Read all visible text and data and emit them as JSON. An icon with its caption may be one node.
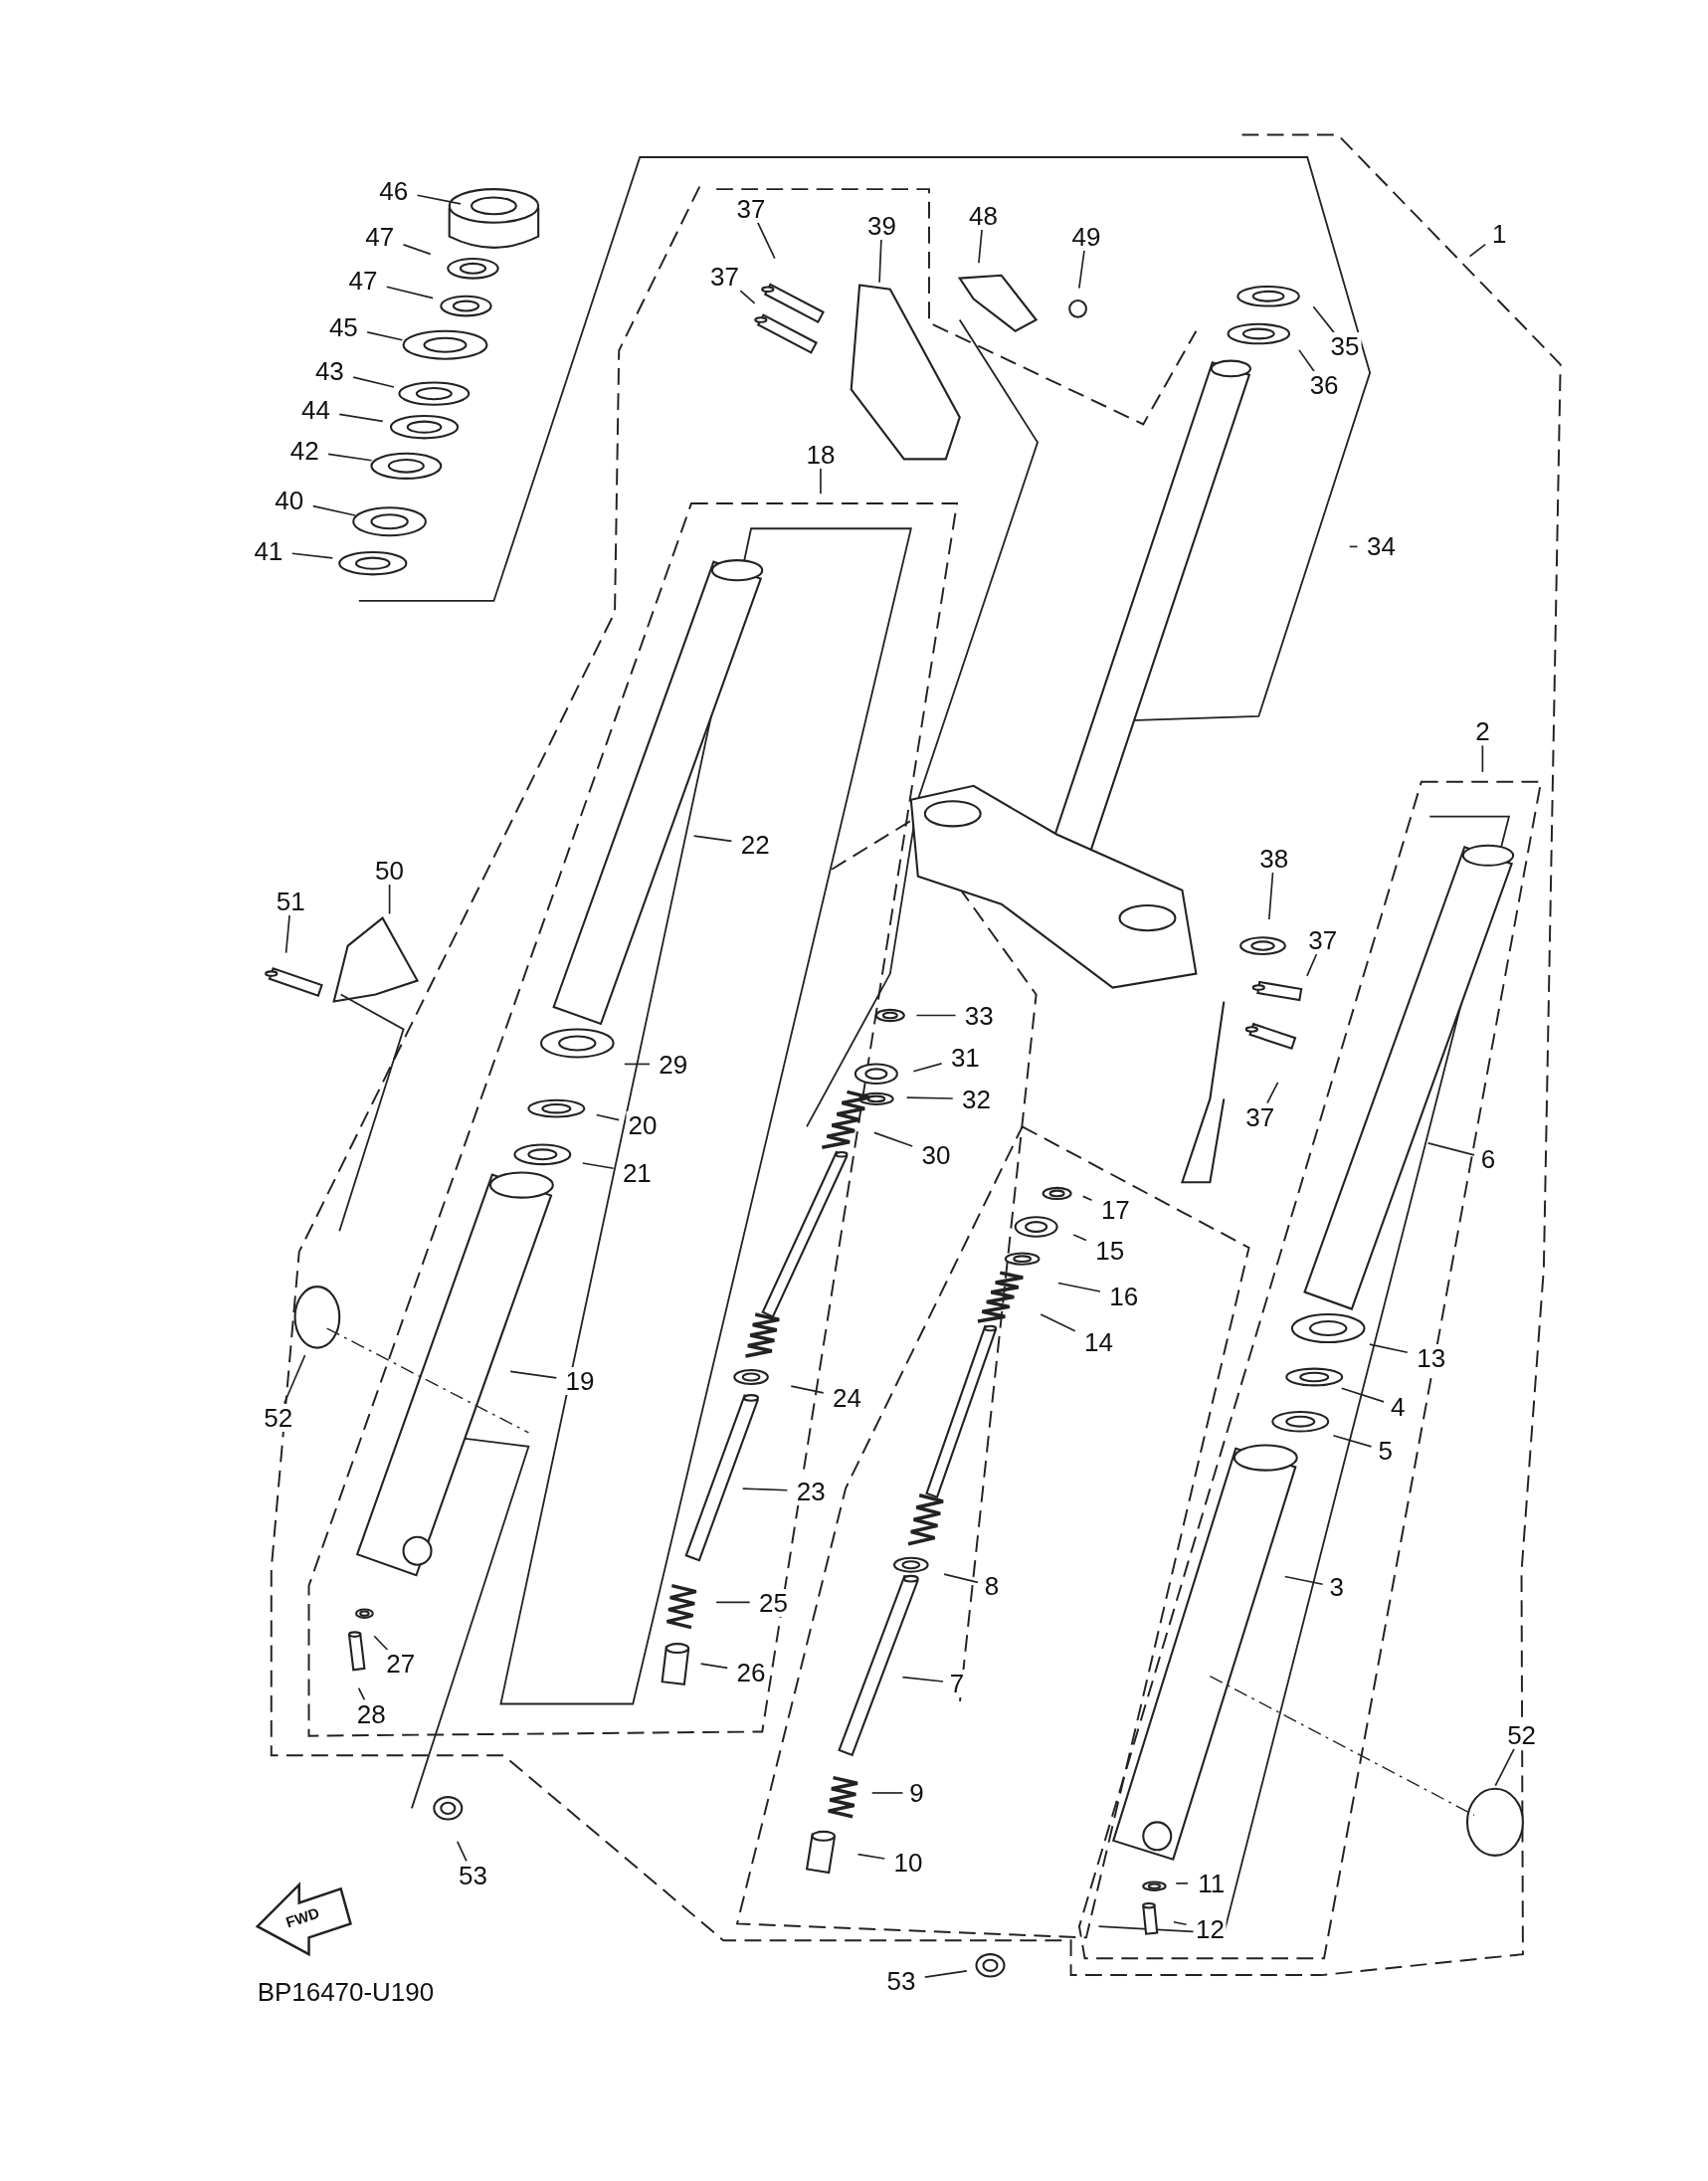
{
  "diagram": {
    "nodes": [
      {
        "text": [
          "1"
        ]
      },
      {
        "text": [
          "46"
        ]
      },
      {
        "text": [
          "47"
        ]
      },
      {
        "text": [
          "47"
        ]
      },
      {
        "text": [
          "45"
        ]
      },
      {
        "text": [
          "43"
        ]
      },
      {
        "text": [
          "44"
        ]
      },
      {
        "text": [
          "42"
        ]
      },
      {
        "text": [
          "40"
        ]
      },
      {
        "text": [
          "41"
        ]
      },
      {
        "text": [
          "37"
        ]
      },
      {
        "text": [
          "39"
        ]
      },
      {
        "text": [
          "48"
        ]
      },
      {
        "text": [
          "49"
        ]
      },
      {
        "text": [
          "37"
        ]
      },
      {
        "text": [
          "35"
        ]
      },
      {
        "text": [
          "36"
        ]
      },
      {
        "text": [
          "18"
        ]
      },
      {
        "text": [
          "34"
        ]
      },
      {
        "text": [
          "2"
        ]
      },
      {
        "text": [
          "22"
        ]
      },
      {
        "text": [
          "38"
        ]
      },
      {
        "text": [
          "50"
        ]
      },
      {
        "text": [
          "51"
        ]
      },
      {
        "text": [
          "37"
        ]
      },
      {
        "text": [
          "33"
        ]
      },
      {
        "text": [
          "31"
        ]
      },
      {
        "text": [
          "29"
        ]
      },
      {
        "text": [
          "32"
        ]
      },
      {
        "text": [
          "37"
        ]
      },
      {
        "text": [
          "20"
        ]
      },
      {
        "text": [
          "30"
        ]
      },
      {
        "text": [
          "6"
        ]
      },
      {
        "text": [
          "21"
        ]
      },
      {
        "text": [
          "17"
        ]
      },
      {
        "text": [
          "15"
        ]
      },
      {
        "text": [
          "16"
        ]
      },
      {
        "text": [
          "14"
        ]
      },
      {
        "text": [
          "13"
        ]
      },
      {
        "text": [
          "19"
        ]
      },
      {
        "text": [
          "24"
        ]
      },
      {
        "text": [
          "4"
        ]
      },
      {
        "text": [
          "52"
        ]
      },
      {
        "text": [
          "5"
        ]
      },
      {
        "text": [
          "23"
        ]
      },
      {
        "text": [
          "8"
        ]
      },
      {
        "text": [
          "3"
        ]
      },
      {
        "text": [
          "25"
        ]
      },
      {
        "text": [
          "27"
        ]
      },
      {
        "text": [
          "26"
        ]
      },
      {
        "text": [
          "7"
        ]
      },
      {
        "text": [
          "28"
        ]
      },
      {
        "text": [
          "52"
        ]
      },
      {
        "text": [
          "9"
        ]
      },
      {
        "text": [
          "10"
        ]
      },
      {
        "text": [
          "53"
        ]
      },
      {
        "text": [
          "11"
        ]
      },
      {
        "text": [
          "12"
        ]
      },
      {
        "text": [
          "53"
        ]
      }
    ],
    "edges": [
      {
        "from": 0,
        "to": null,
        "arrow": "none"
      },
      {
        "from": 1,
        "to": null,
        "arrow": "none"
      },
      {
        "from": 2,
        "to": null,
        "arrow": "none"
      },
      {
        "from": 3,
        "to": null,
        "arrow": "none"
      },
      {
        "from": 4,
        "to": null,
        "arrow": "none"
      },
      {
        "from": 5,
        "to": null,
        "arrow": "none"
      },
      {
        "from": 6,
        "to": null,
        "arrow": "none"
      },
      {
        "from": 7,
        "to": null,
        "arrow": "none"
      },
      {
        "from": 8,
        "to": null,
        "arrow": "none"
      },
      {
        "from": 9,
        "to": null,
        "arrow": "none"
      },
      {
        "from": 10,
        "to": null,
        "arrow": "none"
      },
      {
        "from": 11,
        "to": null,
        "arrow": "none"
      },
      {
        "from": 12,
        "to": null,
        "arrow": "none"
      },
      {
        "from": 13,
        "to": null,
        "arrow": "none"
      },
      {
        "from": 14,
        "to": null,
        "arrow": "none"
      },
      {
        "from": 15,
        "to": null,
        "arrow": "none"
      },
      {
        "from": 16,
        "to": null,
        "arrow": "none"
      },
      {
        "from": 17,
        "to": null,
        "arrow": "none"
      },
      {
        "from": 18,
        "to": null,
        "arrow": "none"
      },
      {
        "from": 19,
        "to": null,
        "arrow": "none"
      },
      {
        "from": 20,
        "to": null,
        "arrow": "none"
      },
      {
        "from": 21,
        "to": null,
        "arrow": "none"
      },
      {
        "from": 22,
        "to": null,
        "arrow": "none"
      },
      {
        "from": 23,
        "to": null,
        "arrow": "none"
      },
      {
        "from": 24,
        "to": null,
        "arrow": "none"
      },
      {
        "from": 25,
        "to": null,
        "arrow": "none"
      },
      {
        "from": 26,
        "to": null,
        "arrow": "none"
      },
      {
        "from": 27,
        "to": null,
        "arrow": "none"
      },
      {
        "from": 28,
        "to": null,
        "arrow": "none"
      },
      {
        "from": 29,
        "to": null,
        "arrow": "none"
      },
      {
        "from": 30,
        "to": null,
        "arrow": "none"
      },
      {
        "from": 31,
        "to": null,
        "arrow": "none"
      },
      {
        "from": 32,
        "to": null,
        "arrow": "none"
      },
      {
        "from": 33,
        "to": null,
        "arrow": "none"
      },
      {
        "from": 34,
        "to": null,
        "arrow": "none"
      },
      {
        "from": 35,
        "to": null,
        "arrow": "none"
      },
      {
        "from": 36,
        "to": null,
        "arrow": "none"
      },
      {
        "from": 37,
        "to": null,
        "arrow": "none"
      },
      {
        "from": 38,
        "to": null,
        "arrow": "none"
      },
      {
        "from": 39,
        "to": null,
        "arrow": "none"
      },
      {
        "from": 40,
        "to": null,
        "arrow": "none"
      },
      {
        "from": 41,
        "to": null,
        "arrow": "none"
      },
      {
        "from": 42,
        "to": null,
        "arrow": "none"
      },
      {
        "from": 43,
        "to": null,
        "arrow": "none"
      },
      {
        "from": 44,
        "to": null,
        "arrow": "none"
      },
      {
        "from": 45,
        "to": null,
        "arrow": "none"
      },
      {
        "from": 46,
        "to": null,
        "arrow": "none"
      },
      {
        "from": 47,
        "to": null,
        "arrow": "none"
      },
      {
        "from": 48,
        "to": null,
        "arrow": "none"
      },
      {
        "from": 49,
        "to": null,
        "arrow": "none"
      },
      {
        "from": 50,
        "to": null,
        "arrow": "none"
      },
      {
        "from": 51,
        "to": null,
        "arrow": "none"
      },
      {
        "from": 52,
        "to": null,
        "arrow": "none"
      },
      {
        "from": 53,
        "to": null,
        "arrow": "none"
      },
      {
        "from": 54,
        "to": null,
        "arrow": "none"
      },
      {
        "from": 55,
        "to": null,
        "arrow": "none"
      },
      {
        "from": 56,
        "to": null,
        "arrow": "none"
      },
      {
        "from": 57,
        "to": null,
        "arrow": "none"
      },
      {
        "from": 58,
        "to": null,
        "arrow": "none"
      }
    ],
    "labels": [
      "FWD",
      "BP16470-U190"
    ]
  }
}
